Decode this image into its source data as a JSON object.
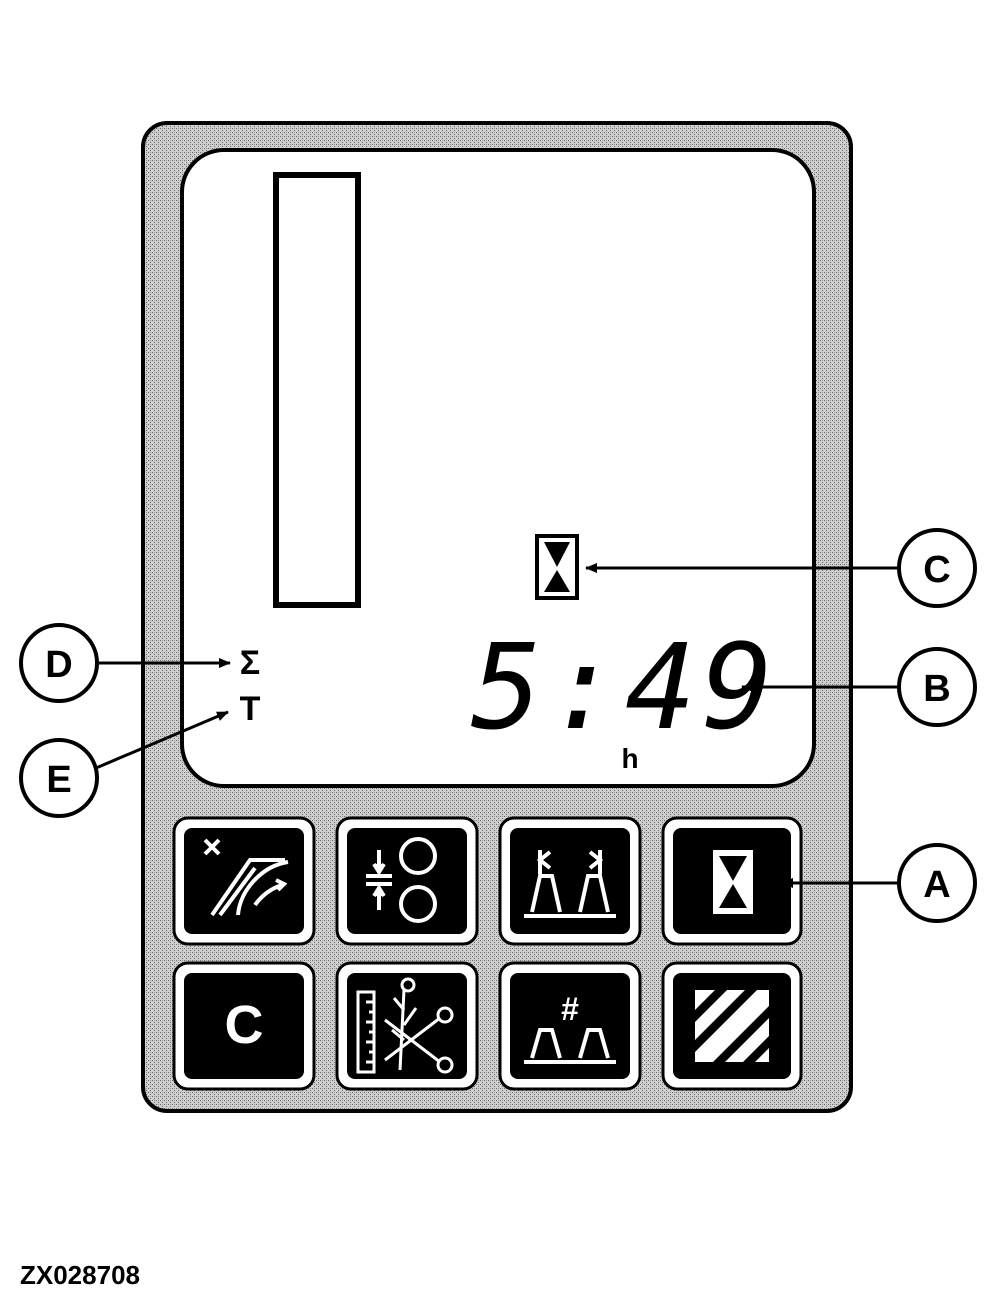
{
  "display": {
    "time_value": "5:49",
    "time_unit": "h",
    "sum_symbol": "Σ",
    "trip_symbol": "T"
  },
  "buttons": [
    {
      "id": "header-tilt",
      "icon": "header-tilt-icon"
    },
    {
      "id": "roll-gap",
      "icon": "roll-gap-icon"
    },
    {
      "id": "row-width",
      "icon": "row-width-icon"
    },
    {
      "id": "hours",
      "icon": "hourglass-icon"
    },
    {
      "id": "clear",
      "icon": "clear-icon",
      "label": "C"
    },
    {
      "id": "cut-length",
      "icon": "cut-length-icon"
    },
    {
      "id": "row-count",
      "icon": "row-count-icon",
      "label": "#"
    },
    {
      "id": "area",
      "icon": "hatched-area-icon"
    }
  ],
  "callouts": {
    "A": "A",
    "B": "B",
    "C": "C",
    "D": "D",
    "E": "E"
  },
  "figure_id": "ZX028708"
}
